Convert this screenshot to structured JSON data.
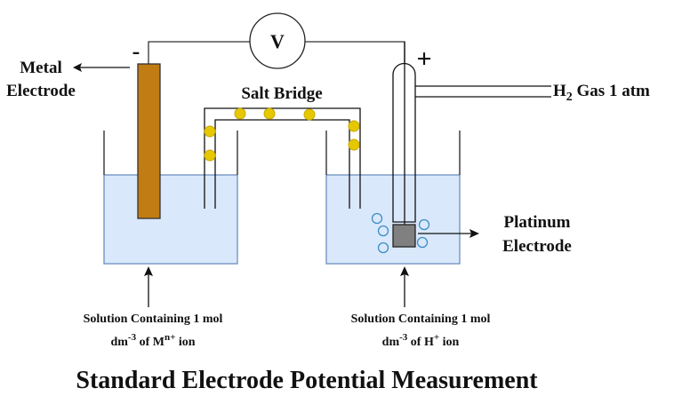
{
  "title": "Standard Electrode Potential Measurement",
  "voltmeter": {
    "symbol": "V"
  },
  "terminals": {
    "negative": "-",
    "positive": "+"
  },
  "labels": {
    "metal_electrode": [
      "Metal",
      "Electrode"
    ],
    "salt_bridge": "Salt Bridge",
    "h2_gas": {
      "prefix": "H",
      "subscript": "2",
      "suffix": " Gas 1 atm"
    },
    "platinum_electrode": [
      "Platinum",
      "Electrode"
    ],
    "left_solution": {
      "line1": "Solution Containing 1 mol",
      "dm": "dm",
      "dm_sup": "-3",
      "of": " of M",
      "ion_sup": "n+",
      "ion": " ion"
    },
    "right_solution": {
      "line1": "Solution Containing 1 mol",
      "dm": "dm",
      "dm_sup": "-3",
      "of": " of H",
      "ion_sup": "+",
      "ion": " ion"
    }
  },
  "colors": {
    "solution": "#dae8fc",
    "solution_border": "#6c8ebf",
    "metal_electrode": "#c17c14",
    "platinum_electrode": "#808080",
    "salt_ion": "#e6c800",
    "bubble": "#3d8ec4"
  }
}
